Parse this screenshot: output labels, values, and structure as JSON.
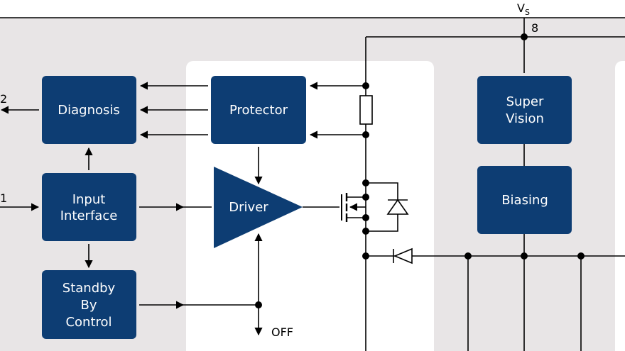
{
  "supply": {
    "label": "V",
    "subscript": "S",
    "pin": "8"
  },
  "pins": {
    "left_top": "2",
    "left_mid": "1"
  },
  "blocks": {
    "diagnosis": "Diagnosis",
    "protector": "Protector",
    "input_interface": [
      "Input",
      "Interface"
    ],
    "driver": "Driver",
    "standby": [
      "Standby",
      "By",
      "Control"
    ],
    "super_vision": [
      "Super",
      "Vision"
    ],
    "biasing": "Biasing"
  },
  "off_label": "OFF",
  "colors": {
    "block": "#0d3d73",
    "background": "#e8e5e6",
    "panel": "#ffffff"
  }
}
